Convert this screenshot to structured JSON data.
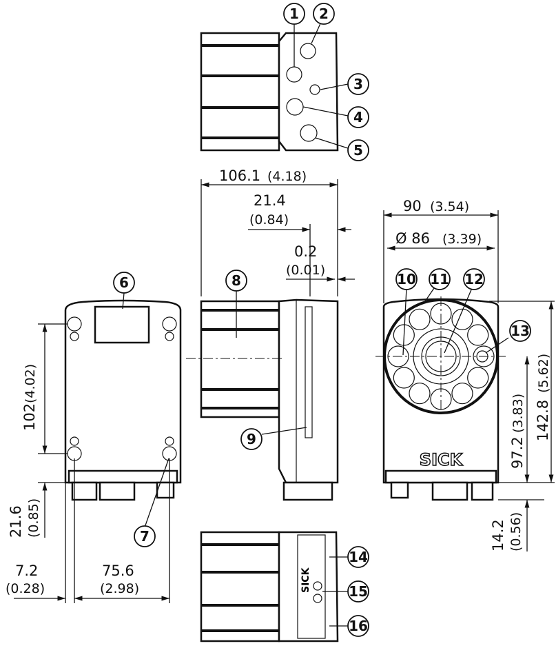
{
  "callouts": [
    "1",
    "2",
    "3",
    "4",
    "5",
    "6",
    "7",
    "8",
    "9",
    "10",
    "11",
    "12",
    "13",
    "14",
    "15",
    "16"
  ],
  "dimensions": {
    "overall_length": {
      "mm": "106.1",
      "in": "(4.18)"
    },
    "front_offset": {
      "mm": "21.4",
      "in": "(0.84)"
    },
    "lip_offset": {
      "mm": "0.2",
      "in": "(0.01)"
    },
    "width": {
      "mm": "90",
      "in": "(3.54)"
    },
    "lens_diameter": {
      "mm": "Ø 86",
      "in": "(3.39)"
    },
    "height": {
      "mm": "142.8",
      "in": "(5.62)"
    },
    "optical_axis_height": {
      "mm": "97.2",
      "in": "(3.83)"
    },
    "connector_height": {
      "mm": "14.2",
      "in": "(0.56)"
    },
    "mount_hole_spacing_v": {
      "mm": "102",
      "in": "(4.02)"
    },
    "connector_depth": {
      "mm": "21.6",
      "in": "(0.85)"
    },
    "mount_edge_offset": {
      "mm": "7.2",
      "in": "(0.28)"
    },
    "mount_hole_spacing_h": {
      "mm": "75.6",
      "in": "(2.98)"
    }
  },
  "logo": "SICK"
}
